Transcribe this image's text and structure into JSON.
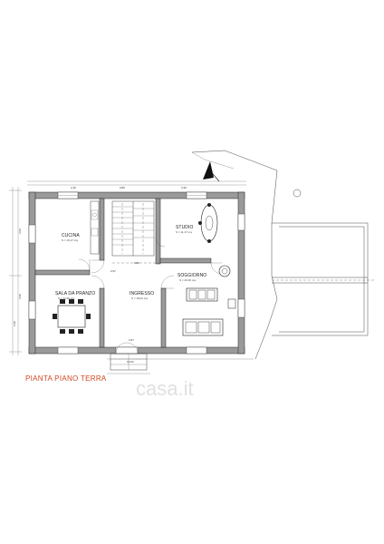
{
  "drawing": {
    "title": "PIANTA PIANO TERRA",
    "watermark": "casa.it",
    "accent_color": "#d0471f"
  },
  "rooms": {
    "cucina": {
      "name": "CUCINA",
      "area": "S = 16,17 mq"
    },
    "sala_da_pranzo": {
      "name": "SALA DA PRANZO",
      "area": "S = 14,66 mq"
    },
    "ingresso": {
      "name": "INGRESSO",
      "area": "S = 18,91 mq"
    },
    "studio": {
      "name": "STUDIO",
      "area": "S = 11,17 mq"
    },
    "soggiorno": {
      "name": "SOGGIORNO",
      "area": "S = 20,00 mq"
    }
  },
  "dimensions": {
    "left_1": "3,94",
    "left_2": "3,60",
    "left_3": "4,40",
    "top_1": "2,40",
    "top_2": "3,30",
    "top_3": "0,86",
    "stair_1": "2,97",
    "stair_2": "0,86",
    "bottom_1": "2,97",
    "bottom_2": "13,52"
  },
  "icons": {
    "north": "north-arrow-icon"
  }
}
